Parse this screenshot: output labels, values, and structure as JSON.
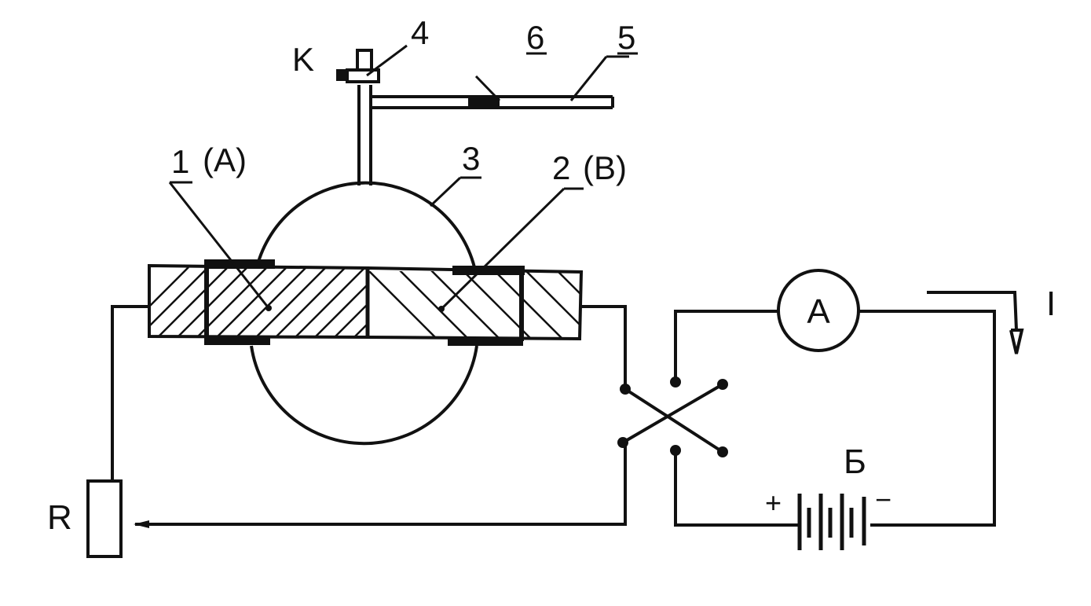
{
  "labels": {
    "k": "K",
    "n4": "4",
    "n6": "6",
    "n5": "5",
    "n1": "1",
    "n1_suffix": "(A)",
    "n3": "3",
    "n2": "2",
    "n2_suffix": "(B)",
    "ammeter": "A",
    "current": "I",
    "battery": "Б",
    "plus": "+",
    "minus": "−",
    "resistor": "R"
  },
  "colors": {
    "ink": "#111111",
    "background": "#ffffff"
  }
}
